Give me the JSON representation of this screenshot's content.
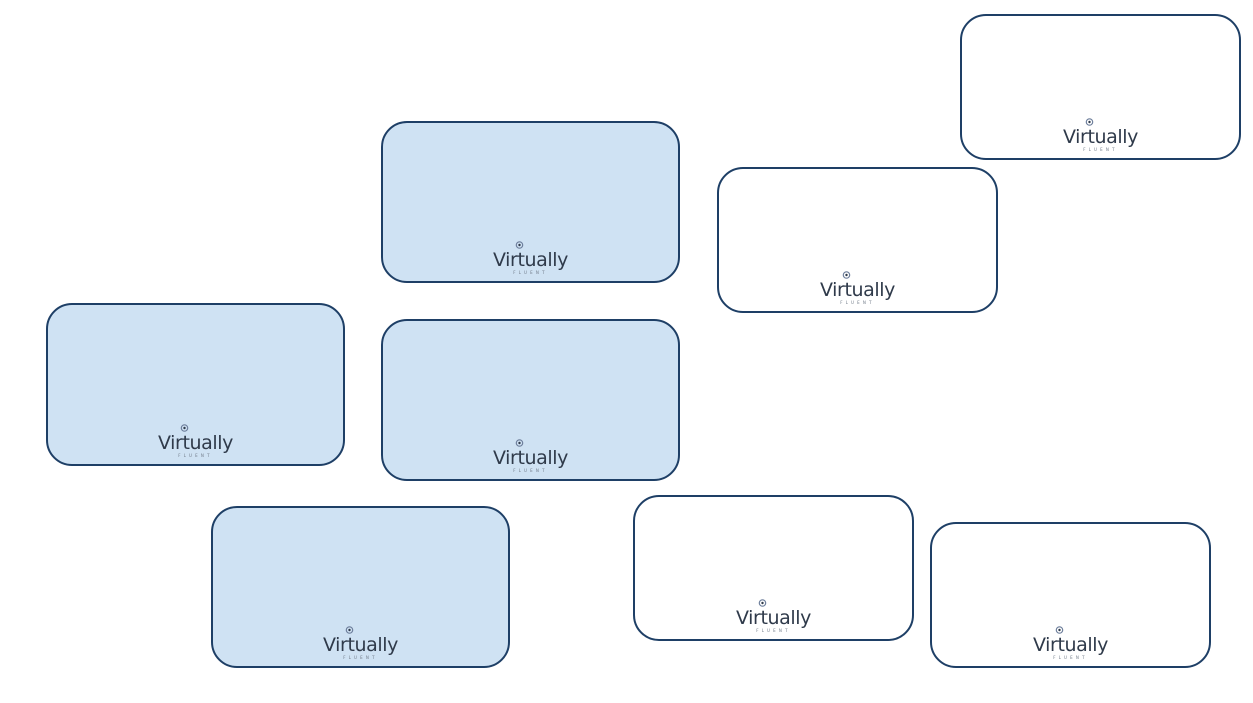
{
  "colors": {
    "card_border": "#1e3f66",
    "card_blue_fill": "#cfe2f3",
    "card_white_fill": "#ffffff",
    "logo_text": "#2f3a4a"
  },
  "logo": {
    "word": "Virtually",
    "tagline": "FLUENT",
    "icon": "sparkle-icon"
  },
  "cards": [
    {
      "id": "white-top-right",
      "fill": "white"
    },
    {
      "id": "blue-top-center",
      "fill": "blue"
    },
    {
      "id": "white-upper-right",
      "fill": "white"
    },
    {
      "id": "blue-left",
      "fill": "blue"
    },
    {
      "id": "blue-center",
      "fill": "blue"
    },
    {
      "id": "blue-bottom-left",
      "fill": "blue"
    },
    {
      "id": "white-bottom-center",
      "fill": "white"
    },
    {
      "id": "white-bottom-right",
      "fill": "white"
    }
  ]
}
